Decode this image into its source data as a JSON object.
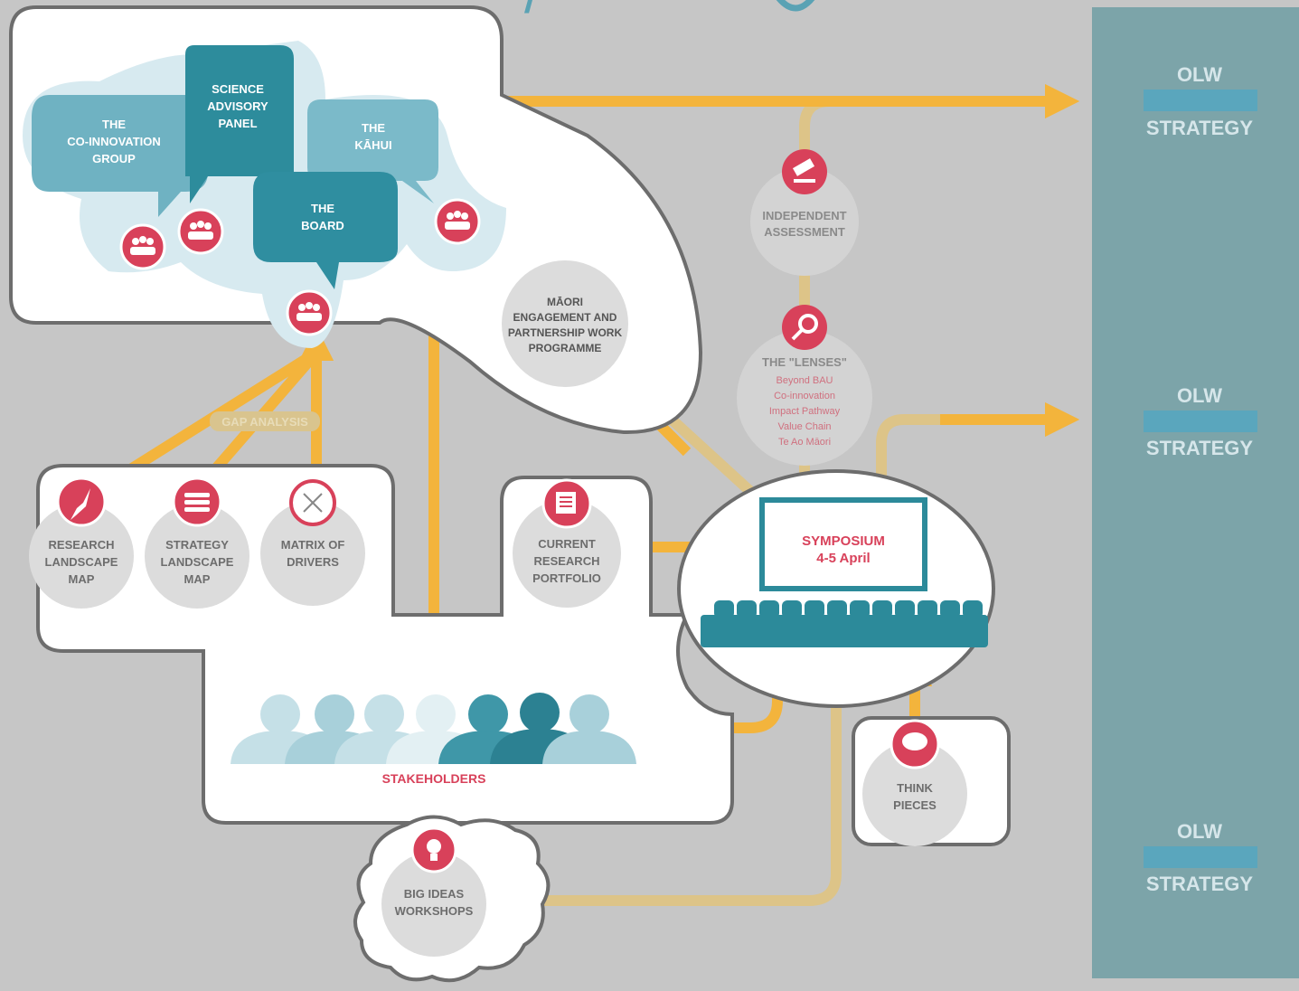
{
  "colors": {
    "background": "#c6c6c6",
    "arrow": "#f3b43c",
    "teal_dark": "#2c8a9a",
    "teal_light": "#a9d2dc",
    "accent_red": "#d8415a",
    "node_gray": "#dcdcdc",
    "strategy_panel": "#7ca4a9"
  },
  "governance": {
    "co_innovation": [
      "THE",
      "CO-INNOVATION",
      "GROUP"
    ],
    "science_panel": [
      "SCIENCE",
      "ADVISORY",
      "PANEL"
    ],
    "kahui": [
      "THE",
      "KĀHUI"
    ],
    "board": [
      "THE",
      "BOARD"
    ]
  },
  "maori_programme": [
    "MĀORI",
    "ENGAGEMENT AND",
    "PARTNERSHIP WORK",
    "PROGRAMME"
  ],
  "assessment": [
    "INDEPENDENT",
    "ASSESSMENT"
  ],
  "lenses": {
    "title": "THE \"LENSES\"",
    "items": [
      "Beyond BAU",
      "Co-innovation",
      "Impact Pathway",
      "Value Chain",
      "Te Ao Māori"
    ]
  },
  "gap_analysis": "GAP ANALYSIS",
  "inputs": {
    "research_landscape": [
      "RESEARCH",
      "LANDSCAPE",
      "MAP"
    ],
    "strategy_landscape": [
      "STRATEGY",
      "LANDSCAPE",
      "MAP"
    ],
    "matrix_drivers": [
      "MATRIX OF",
      "DRIVERS"
    ],
    "current_portfolio": [
      "CURRENT",
      "RESEARCH",
      "PORTFOLIO"
    ]
  },
  "symposium": [
    "SYMPOSIUM",
    "4-5 April"
  ],
  "stakeholders": "STAKEHOLDERS",
  "think_pieces": [
    "THINK",
    "PIECES"
  ],
  "big_ideas": [
    "BIG IDEAS",
    "WORKSHOPS"
  ],
  "strategy_labels": [
    {
      "top": "OLW",
      "bottom": "STRATEGY"
    },
    {
      "top": "OLW",
      "bottom": "STRATEGY"
    },
    {
      "top": "OLW",
      "bottom": "STRATEGY"
    }
  ]
}
